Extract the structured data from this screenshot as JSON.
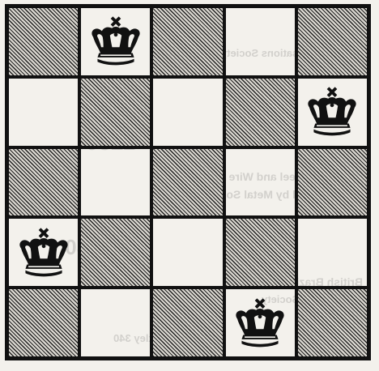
{
  "board": {
    "rows": 5,
    "cols": 5,
    "dark_color": "#222222",
    "light_color": "#f3f1ec",
    "pieces": [
      {
        "piece": "king",
        "color": "black",
        "row": 0,
        "col": 1
      },
      {
        "piece": "king",
        "color": "black",
        "row": 1,
        "col": 4
      },
      {
        "piece": "king",
        "color": "black",
        "row": 3,
        "col": 0
      },
      {
        "piece": "king",
        "color": "black",
        "row": 4,
        "col": 3
      }
    ]
  }
}
